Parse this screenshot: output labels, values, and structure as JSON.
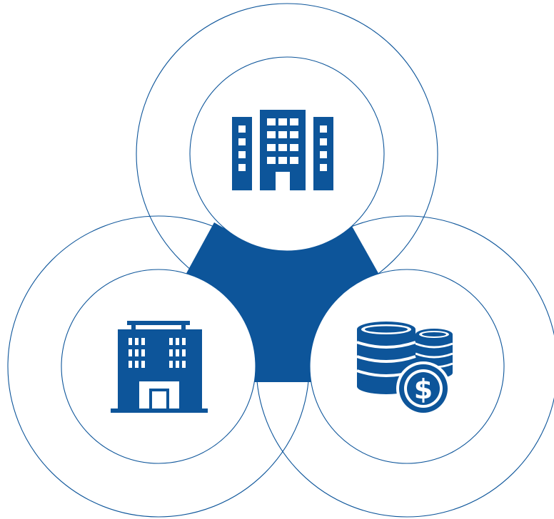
{
  "colors": {
    "accent": "#0d559a",
    "outline": "#0d559a",
    "background": "#ffffff"
  },
  "nodes": [
    {
      "id": "top",
      "icon": "office-buildings-icon"
    },
    {
      "id": "bottom-left",
      "icon": "hotel-building-icon"
    },
    {
      "id": "bottom-right",
      "icon": "coin-stacks-dollar-icon"
    }
  ]
}
